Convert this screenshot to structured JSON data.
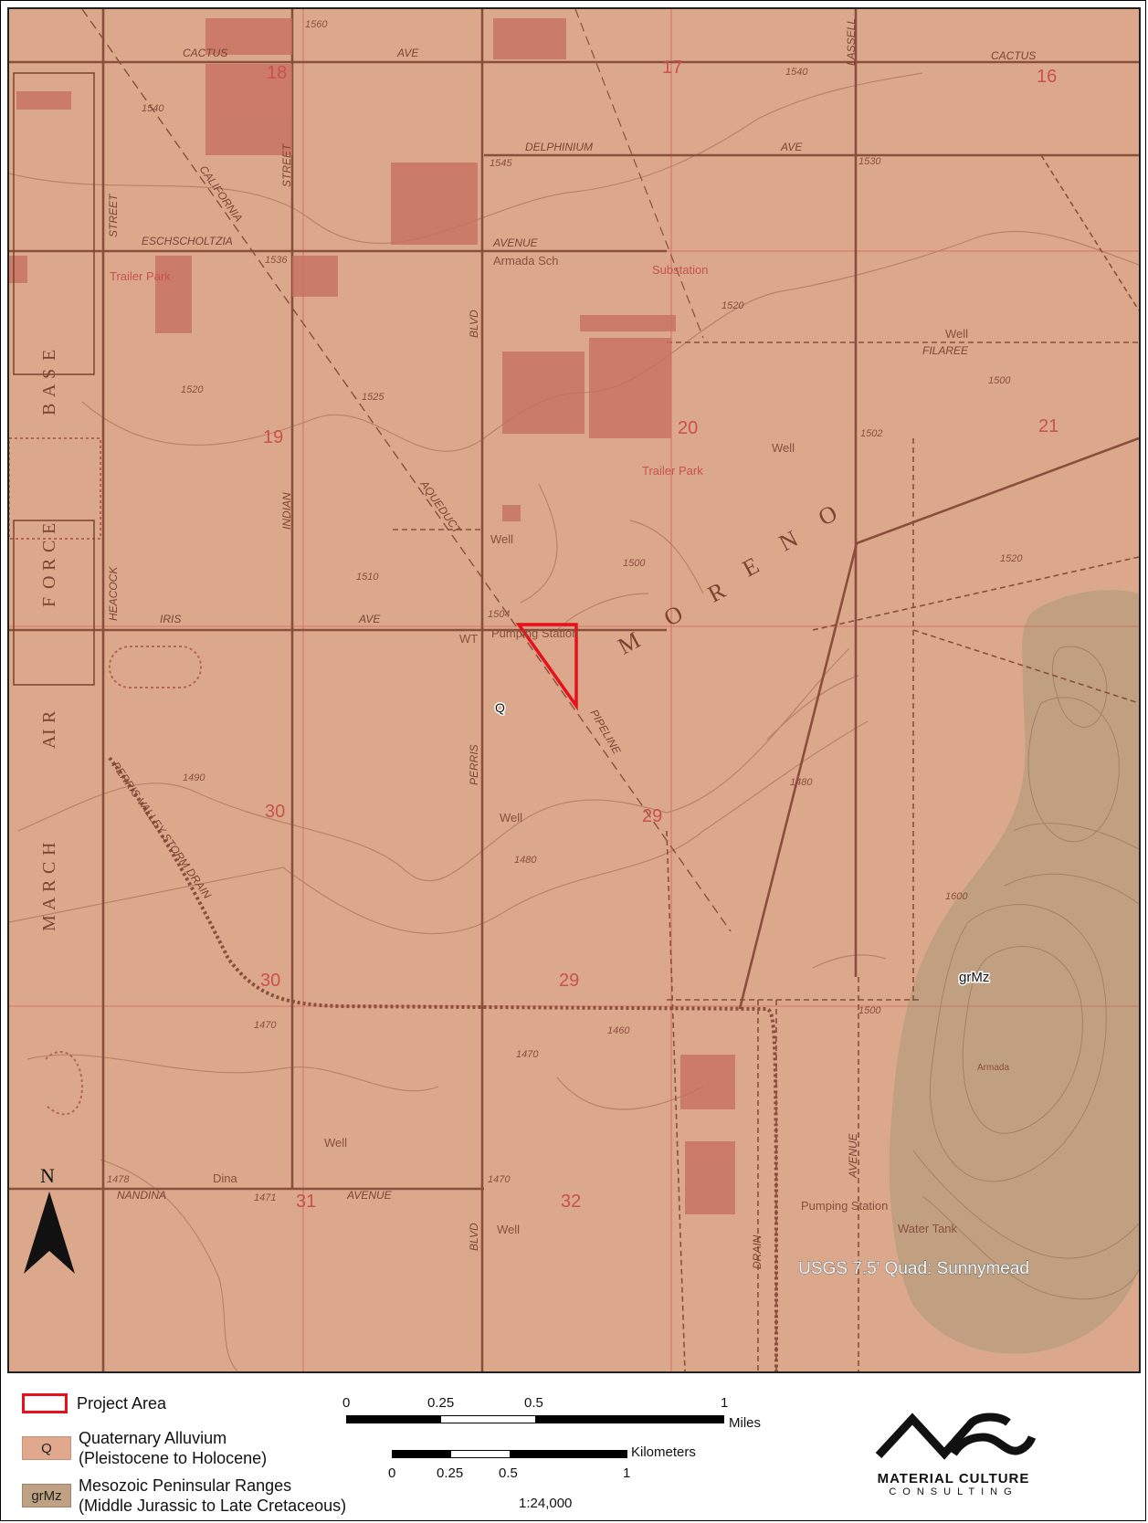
{
  "map": {
    "quad_label": "USGS 7.5' Quad: Sunnymead",
    "geology_labels": {
      "q": "Q",
      "grmz": "grMz"
    },
    "streets": {
      "cactus_ave": "AVE",
      "cactus_w": "CACTUS",
      "cactus_e": "CACTUS",
      "delphinium": "DELPHINIUM",
      "delphinium_ave": "AVE",
      "eschscholtzia": "ESCHSCHOLTZIA",
      "eschscholtzia_ave": "AVENUE",
      "iris": "IRIS",
      "iris_ave": "AVE",
      "nandina": "NANDINA",
      "nandina_ave": "AVENUE",
      "perris_n": "BLVD",
      "perris": "PERRIS",
      "perris_s": "BLVD",
      "indian": "INDIAN",
      "heacock": "HEACOCK",
      "street_w": "STREET",
      "street_e": "STREET",
      "lasselle": "LASSELL",
      "filaree": "FILAREE",
      "drain": "DRAIN",
      "avenue_e": "AVENUE",
      "storm_drain": "PERRIS VALLEY STORM DRAIN",
      "california": "CALIFORNIA",
      "aqueduct": "AQUEDUCT",
      "pipeline": "PIPELINE"
    },
    "places": {
      "armada_school": "Armada Sch",
      "substation": "Substation",
      "trailer_park_w": "Trailer Park",
      "trailer_park_e": "Trailer Park",
      "pumping_station": "Pumping Station",
      "wt": "WT",
      "well_1": "Well",
      "well_2": "Well",
      "well_3": "Well",
      "well_4": "Well",
      "well_5": "Well",
      "well_6": "Well",
      "pumping_station_e": "Pumping Station",
      "water_tank": "Water Tank",
      "dina": "Dina",
      "armada": "Armada"
    },
    "region_letters": {
      "moreno": [
        "M",
        "O",
        "R",
        "E",
        "N",
        "O"
      ],
      "march": [
        "M",
        "A",
        "R",
        "C",
        "H"
      ],
      "air": [
        "A",
        "I",
        "R"
      ],
      "force": [
        "F",
        "O",
        "R",
        "C",
        "E"
      ],
      "base": [
        "B",
        "A",
        "S",
        "E"
      ]
    },
    "sections": [
      "18",
      "17",
      "16",
      "19",
      "20",
      "21",
      "30",
      "29",
      "30",
      "29",
      "31",
      "32"
    ],
    "elevations": [
      "1560",
      "1540",
      "1540",
      "1545",
      "1530",
      "1536",
      "1520",
      "1525",
      "1520",
      "1502",
      "1500",
      "1510",
      "1500",
      "1504",
      "1520",
      "1490",
      "1480",
      "1480",
      "1470",
      "1470",
      "1460",
      "1478",
      "1471",
      "1470",
      "1500",
      "1600"
    ]
  },
  "legend": {
    "project_area": "Project Area",
    "quaternary": {
      "code": "Q",
      "line1": "Quaternary Alluvium",
      "line2": "(Pleistocene to Holocene)",
      "color": "#e0a98e"
    },
    "mesozoic": {
      "code": "grMz",
      "line1": "Mesozoic Peninsular Ranges",
      "line2": "(Middle Jurassic to Late Cretaceous)",
      "color": "#bfa283"
    },
    "project_color": "#e8101a",
    "scale_miles": {
      "ticks": [
        "0",
        "0.25",
        "0.5",
        "1"
      ],
      "unit": "Miles"
    },
    "scale_km": {
      "ticks": [
        "0",
        "0.25",
        "0.5",
        "1"
      ],
      "unit": "Kilometers"
    },
    "ratio": "1:24,000",
    "north": "N",
    "logo": {
      "name": "MATERIAL CULTURE",
      "sub": "CONSULTING"
    }
  }
}
